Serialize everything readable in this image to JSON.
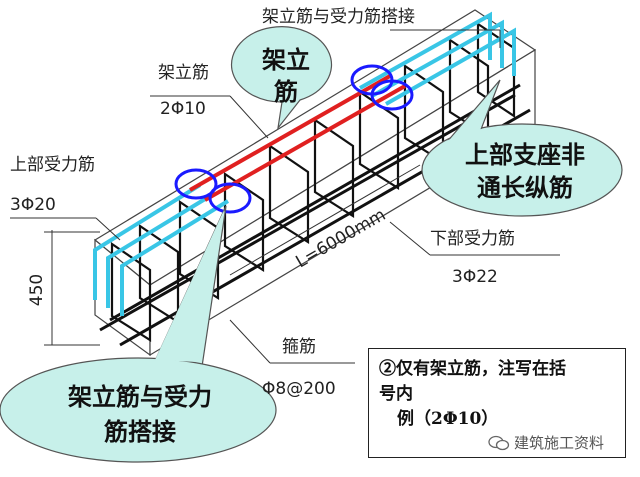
{
  "labels": {
    "top_lap": "架立筋与受力筋搭接",
    "erection_bar": "架立筋",
    "erection_bar_spec": "2Φ10",
    "top_bar": "上部受力筋",
    "top_bar_spec": "3Φ20",
    "height": "450",
    "length": "L=6000mm",
    "bottom_bar": "下部受力筋",
    "bottom_bar_spec": "3Φ22",
    "stirrup": "箍筋",
    "stirrup_spec": "Φ8@200"
  },
  "bubbles": {
    "erection_line1": "架立",
    "erection_line2": "筋",
    "support_line1": "上部支座非",
    "support_line2": "通长纵筋",
    "lap_line1": "架立筋与受力",
    "lap_line2": "筋搭接"
  },
  "note": {
    "line1": "②仅有架立筋，注写在括",
    "line2": "号内",
    "line3": "例（2Φ10）"
  },
  "watermark": {
    "text": "建筑施工资料"
  },
  "colors": {
    "erection_bar": "#e02020",
    "top_bar": "#39c6e6",
    "bubble_fill": "#c7f0ea",
    "lap_circle": "#1a1aff"
  }
}
